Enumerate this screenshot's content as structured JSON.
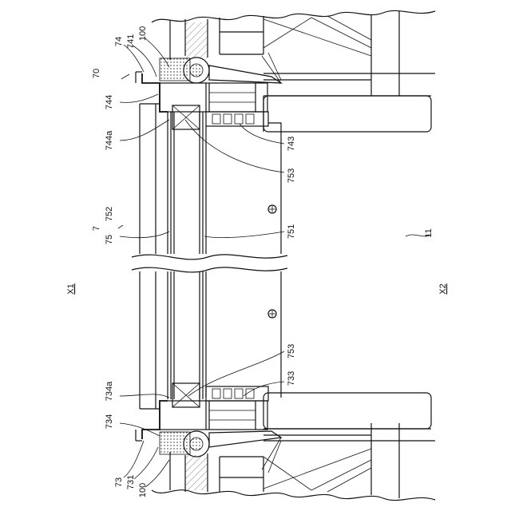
{
  "labels": {
    "l74": "74",
    "l741": "741",
    "l100_top": "100",
    "l70": "70",
    "l744": "744",
    "l744a": "744a",
    "l743": "743",
    "l753_top": "753",
    "l752": "752",
    "l7": "7",
    "l75": "75",
    "l751": "751",
    "l11": "11",
    "lX1": "X1",
    "lX2": "X2",
    "l753_bot": "753",
    "l734a": "734a",
    "l733": "733",
    "l734": "734",
    "l73": "73",
    "l731": "731",
    "l100_bot": "100"
  },
  "icons": {
    "screw": "screw-icon",
    "roller": "roller-icon"
  }
}
